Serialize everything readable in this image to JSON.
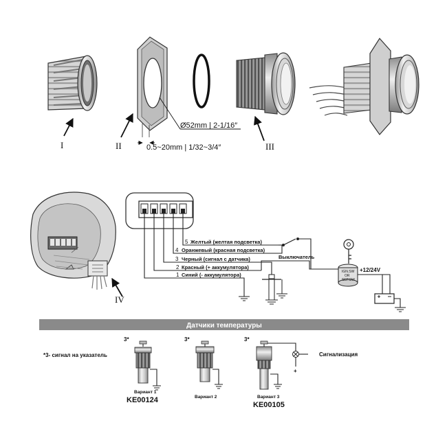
{
  "assembly": {
    "labels": [
      "I",
      "II",
      "III",
      "IV"
    ],
    "diameter_label": "Ø52mm | 2-1/16″",
    "thickness_label": "0.5~20mm | 1/32~3/4″"
  },
  "wiring": {
    "wires": [
      {
        "num": "5",
        "label": "Желтый (желтая подсветка)"
      },
      {
        "num": "4",
        "label": "Оранжевый (красная подсветка)"
      },
      {
        "num": "3",
        "label": "Черный (сигнал с датчика)"
      },
      {
        "num": "2",
        "label": "Красный (+ аккумулятора)"
      },
      {
        "num": "1",
        "label": "Синий (- аккумулятора)"
      }
    ],
    "switch_label": "Выключатель",
    "ignition_line1": "IGN.SW",
    "ignition_line2": "OR",
    "ignition_line3": "SEP.SW",
    "power_label": "+12/24V"
  },
  "sensors": {
    "band_title": "Датчики температуры",
    "note": "*3- сигнал на указатель",
    "pin_mark": "3*",
    "variant1_label": "Вариант 1",
    "variant1_code": "KE00124",
    "variant2_label": "Вариант 2",
    "variant3_label": "Вариант 3",
    "variant3_code": "KE00105",
    "alarm_label": "Сигнализация",
    "plus_mark": "+"
  },
  "colors": {
    "band": "#8a8a8a",
    "metal_light": "#e4e4e4",
    "metal_dark": "#8c8c8c",
    "line": "#222222"
  }
}
